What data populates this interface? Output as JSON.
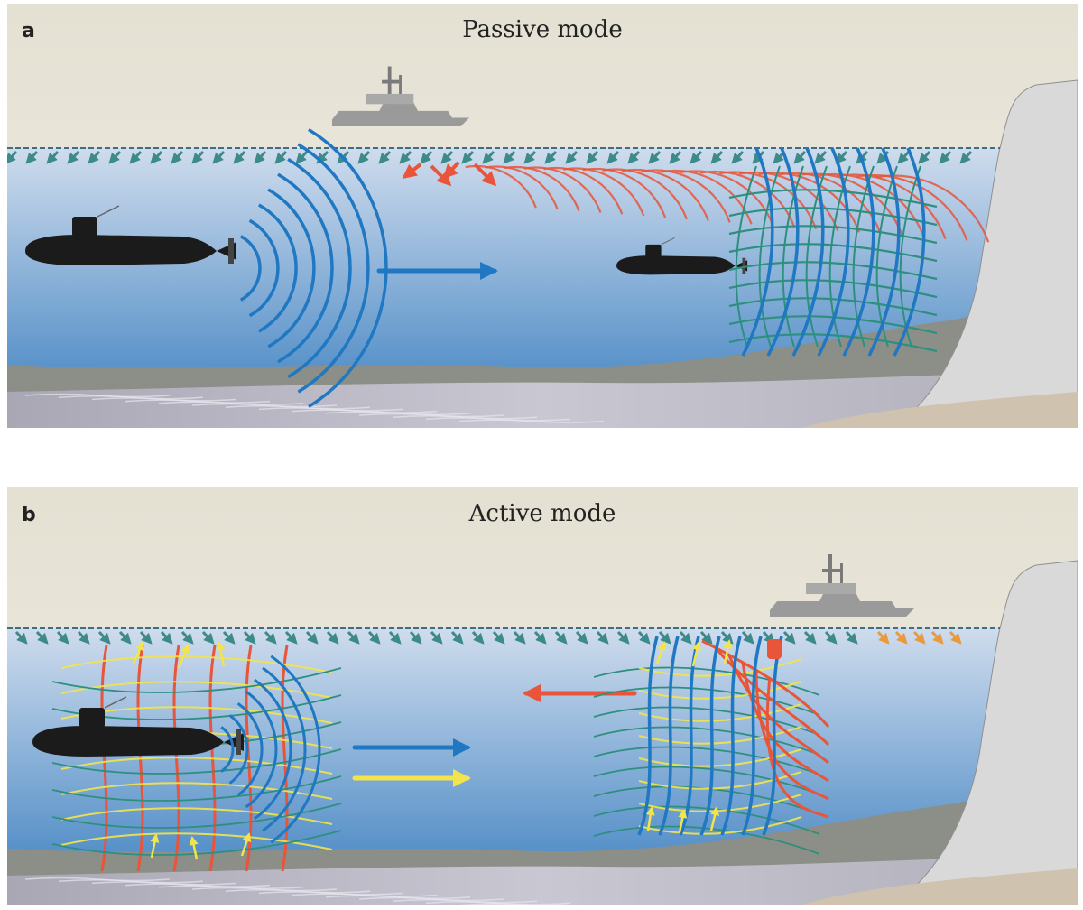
{
  "panels": [
    {
      "letter": "a",
      "title": "Passive mode"
    },
    {
      "letter": "b",
      "title": "Active mode"
    }
  ],
  "colors": {
    "sky": "#ebe7dc",
    "water_top": "#cfdced",
    "water_bottom": "#3a7fc0",
    "seabed": "#8c8f88",
    "sediment": "#b6b4bf",
    "shore": "#d9d9d9",
    "sub_sound": "#1f78c1",
    "ship_sound": "#e8553a",
    "background_noise": "#2e8f7f",
    "echo": "#f2e44a",
    "surface_noise": "#3d8a8a",
    "submarine": "#1b1b1b",
    "ship": "#9a9a9a"
  },
  "icons": [
    "submarine-icon",
    "ship-icon",
    "arrow-icon"
  ]
}
